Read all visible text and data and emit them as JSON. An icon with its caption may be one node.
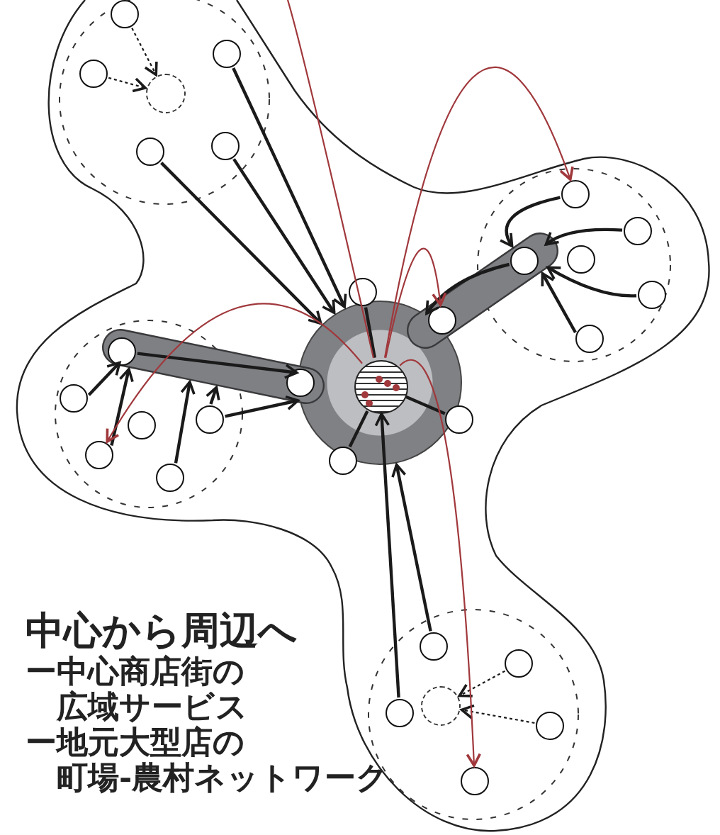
{
  "diagram": {
    "title": "中心から周辺へ",
    "nodes": [
      {
        "text": [],
        "shape": "circle"
      },
      {
        "text": [],
        "shape": "circle",
        "in": 0
      },
      {
        "text": [],
        "shape": "circle"
      },
      {
        "text": [],
        "shape": "circle"
      },
      {
        "text": [],
        "shape": "circle"
      },
      {
        "text": [],
        "shape": "circle"
      },
      {
        "text": [],
        "shape": "circle"
      },
      {
        "text": [],
        "shape": "circle"
      },
      {
        "text": [],
        "shape": "bar"
      },
      {
        "text": [],
        "shape": "circle",
        "in": 8
      },
      {
        "text": [],
        "shape": "circle"
      },
      {
        "text": [],
        "shape": "circle"
      },
      {
        "text": [],
        "shape": "circle"
      },
      {
        "text": [],
        "shape": "circle"
      },
      {
        "text": [],
        "shape": "circle"
      },
      {
        "text": [],
        "shape": "circle"
      },
      {
        "text": [],
        "shape": "bar"
      },
      {
        "text": [],
        "shape": "circle",
        "in": 16
      },
      {
        "text": [],
        "shape": "circle",
        "in": 16
      },
      {
        "text": [],
        "shape": "circle"
      },
      {
        "text": [],
        "shape": "circle"
      },
      {
        "text": [],
        "shape": "circle"
      },
      {
        "text": [],
        "shape": "circle"
      },
      {
        "text": [],
        "shape": "circle"
      },
      {
        "text": [],
        "shape": "circle"
      },
      {
        "text": [],
        "shape": "circle"
      },
      {
        "text": [],
        "shape": "circle"
      },
      {
        "text": [],
        "shape": "circle"
      },
      {
        "text": [],
        "shape": "circle"
      },
      {
        "text": [],
        "shape": "circle"
      },
      {
        "text": [],
        "shape": "circle"
      },
      {
        "text": [],
        "shape": "circle"
      },
      {
        "text": [],
        "shape": "circle"
      }
    ],
    "edges": [
      {
        "from": 2,
        "to": 4,
        "arrow": "to",
        "style": "dashed"
      },
      {
        "from": 3,
        "to": 4,
        "arrow": "to",
        "style": "dashed"
      },
      {
        "from": 6,
        "to": 0,
        "arrow": "to"
      },
      {
        "from": 7,
        "to": 0,
        "arrow": "to"
      },
      {
        "from": 5,
        "to": 0,
        "arrow": "to"
      },
      {
        "from": 26,
        "to": 1,
        "arrow": "none"
      },
      {
        "from": 11,
        "to": 8,
        "arrow": "to"
      },
      {
        "from": 12,
        "to": 8,
        "arrow": "to"
      },
      {
        "from": 14,
        "to": 8,
        "arrow": "to"
      },
      {
        "from": 15,
        "to": 8,
        "arrow": "to"
      },
      {
        "from": 9,
        "to": 0,
        "arrow": "to"
      },
      {
        "from": 17,
        "to": 0,
        "arrow": "to"
      },
      {
        "from": 19,
        "to": 16,
        "arrow": "to"
      },
      {
        "from": 22,
        "to": 16,
        "arrow": "to"
      },
      {
        "from": 23,
        "to": 16,
        "arrow": "to"
      },
      {
        "from": 21,
        "to": 16,
        "arrow": "to"
      },
      {
        "from": 21,
        "to": 0,
        "arrow": "to"
      },
      {
        "from": 24,
        "to": 1,
        "arrow": "none"
      },
      {
        "from": 25,
        "to": 1,
        "arrow": "none"
      },
      {
        "from": 28,
        "to": 1,
        "arrow": "to"
      },
      {
        "from": 27,
        "to": 0,
        "arrow": "to"
      },
      {
        "from": 30,
        "to": 29,
        "arrow": "to",
        "style": "dashed"
      },
      {
        "from": 31,
        "to": 29,
        "arrow": "to",
        "style": "dashed"
      },
      {
        "from": 1,
        "to": null,
        "arrow": "none",
        "color": "#a0383c"
      },
      {
        "from": 1,
        "to": 11,
        "arrow": "to",
        "color": "#a0383c"
      },
      {
        "from": 1,
        "to": 10,
        "arrow": "to",
        "color": "#a0383c"
      },
      {
        "from": 1,
        "to": 22,
        "arrow": "to",
        "color": "#a0383c"
      },
      {
        "from": 1,
        "to": 32,
        "arrow": "to",
        "color": "#a0383c"
      }
    ],
    "labels": [
      "ー中心商店街の広域サービス",
      "ー地元大型店の町場-農村ネットワーク"
    ]
  }
}
